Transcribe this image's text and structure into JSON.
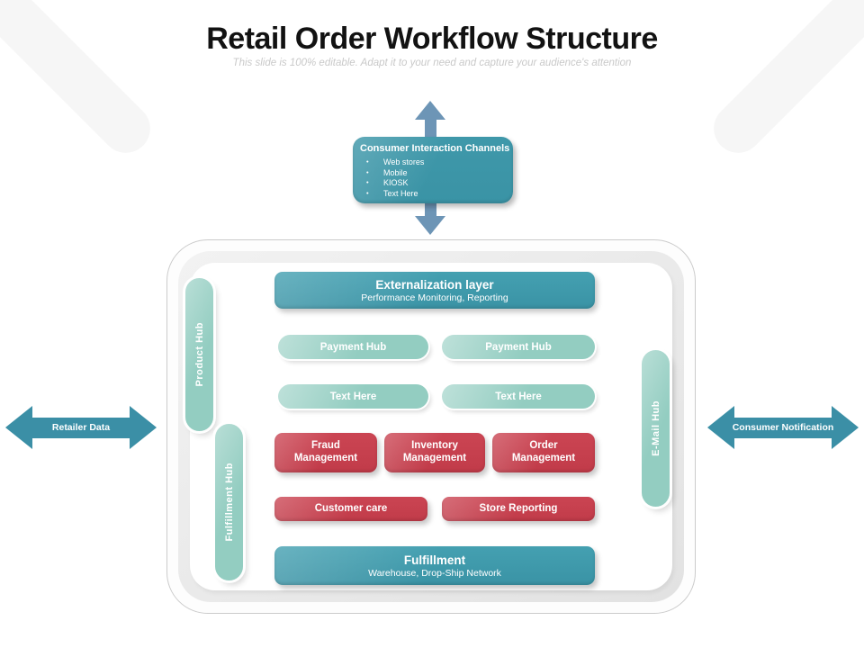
{
  "slide": {
    "title": "Retail Order Workflow Structure",
    "subtitle": "This slide is 100% editable. Adapt it to your need and capture your audience's attention"
  },
  "colors": {
    "teal": "#3a93a5",
    "light_teal": "#93cdc1",
    "red": "#c13b49",
    "steel_blue": "#6d95b6",
    "arrow_teal": "#3b8fa6"
  },
  "top_box": {
    "title": "Consumer Interaction Channels",
    "bullet_char": "•",
    "bullets": [
      "Web stores",
      "Mobile",
      "KIOSK",
      "Text Here"
    ]
  },
  "hub_tabs": {
    "product": "Product Hub",
    "fulfillment": "Fulfillment Hub",
    "email": "E-Mail Hub"
  },
  "side_arrows": {
    "left": "Retailer Data",
    "right": "Consumer Notification"
  },
  "diagram": {
    "externalization": {
      "title": "Externalization layer",
      "subtitle": "Performance Monitoring, Reporting"
    },
    "payment_hub_left": "Payment Hub",
    "payment_hub_right": "Payment Hub",
    "text_here_left": "Text Here",
    "text_here_right": "Text Here",
    "fraud": "Fraud Management",
    "inventory": "Inventory Management",
    "order": "Order Management",
    "customer_care": "Customer care",
    "store_reporting": "Store Reporting",
    "fulfillment": {
      "title": "Fulfillment",
      "subtitle": "Warehouse, Drop-Ship Network"
    }
  }
}
